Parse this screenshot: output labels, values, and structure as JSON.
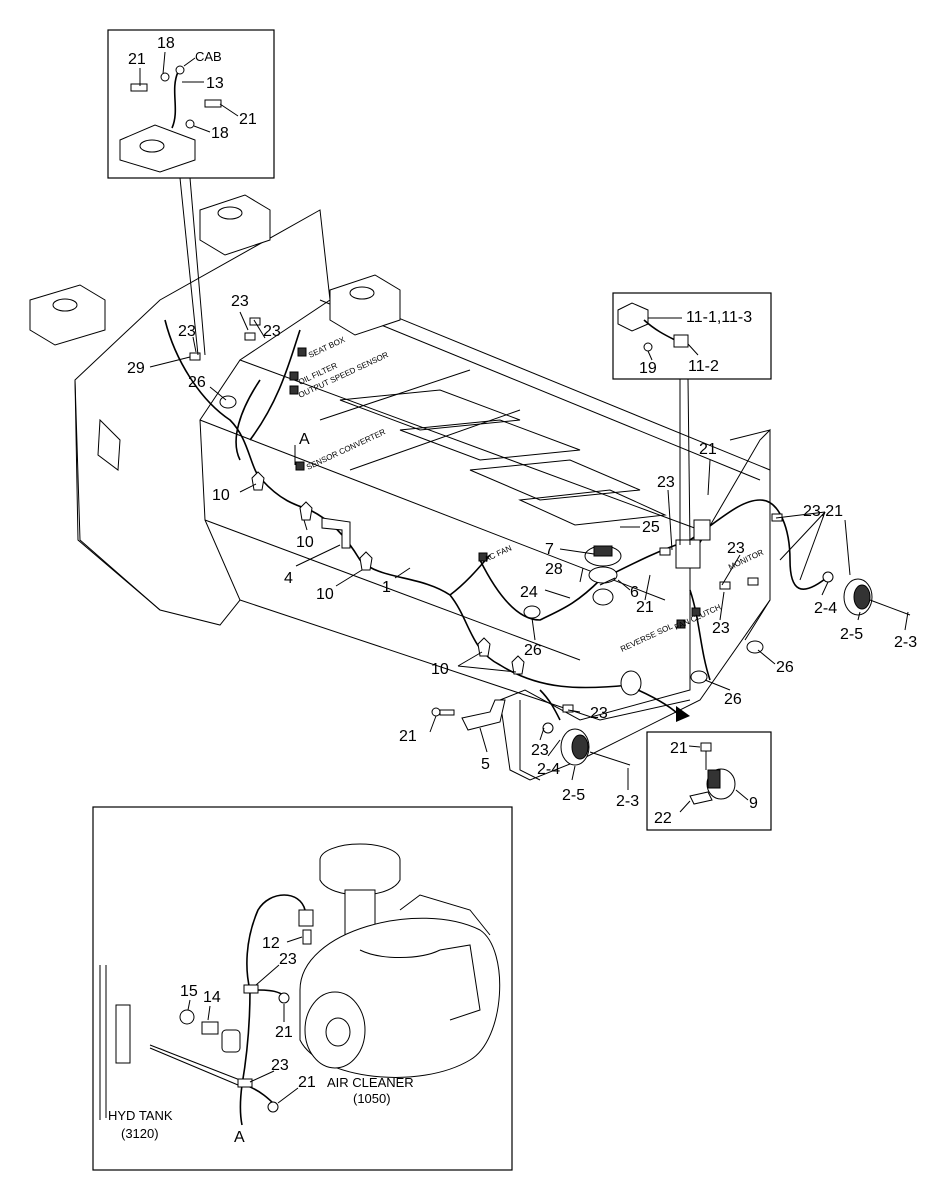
{
  "labels": {
    "cab": "CAB",
    "seat_box": "SEAT BOX",
    "oil_filter": "OIL FILTER",
    "output_speed_sensor": "OUTPUT SPEED SENSOR",
    "sensor_converter": "SENSOR CONVERTER",
    "ac_fan": "AC FAN",
    "reverse_sol": "REVERSE SOL",
    "fan_clutch": "FAN CLUTCH",
    "monitor": "MONITOR",
    "air_cleaner": "AIR CLEANER",
    "air_cleaner_code": "(1050)",
    "hyd_tank": "HYD TANK",
    "hyd_tank_code": "(3120)",
    "ref_a": "A"
  },
  "part_numbers": {
    "p1": "1",
    "p2_3": "2-3",
    "p2_4": "2-4",
    "p2_5": "2-5",
    "p4": "4",
    "p5": "5",
    "p6": "6",
    "p7": "7",
    "p9": "9",
    "p10": "10",
    "p11_1_3": "11-1,11-3",
    "p11_2": "11-2",
    "p12": "12",
    "p13": "13",
    "p14": "14",
    "p15": "15",
    "p18": "18",
    "p19": "19",
    "p21": "21",
    "p22": "22",
    "p23": "23",
    "p23_21": "23,21",
    "p24": "24",
    "p25": "25",
    "p26": "26",
    "p28": "28",
    "p29": "29"
  }
}
